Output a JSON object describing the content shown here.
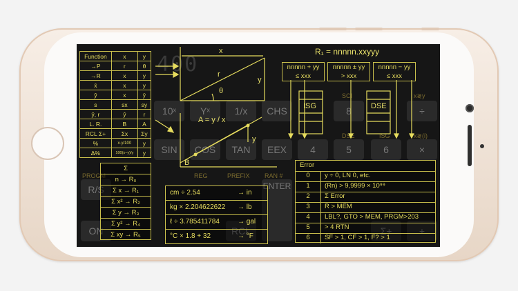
{
  "display_digits": "400",
  "function_table": {
    "headers": [
      "Function",
      "x",
      "y"
    ],
    "rows": [
      [
        "→P",
        "r",
        "θ"
      ],
      [
        "→R",
        "x",
        "y"
      ],
      [
        "x̄",
        "x",
        "y"
      ],
      [
        "ŷ",
        "x",
        "ȳ"
      ],
      [
        "s",
        "sx",
        "sy"
      ],
      [
        "ŷ, r",
        "ŷ",
        "r"
      ],
      [
        "L. R.",
        "B",
        "A"
      ],
      [
        "RCL Σ+",
        "Σx",
        "Σy"
      ],
      [
        "%",
        "x·y/100",
        "y"
      ],
      [
        "Δ%",
        "100(x−y)/y",
        "y"
      ]
    ]
  },
  "polar": {
    "x_label": "x",
    "y_label": "y",
    "r_label": "r",
    "theta_label": "θ"
  },
  "regression": {
    "formula": "A = y / x",
    "y_label": "y",
    "b_label": "B"
  },
  "register_title": "R₁ = nnnnn.xxyyy",
  "loop_boxes": [
    {
      "line1": "nnnnn + yy",
      "line2": "≤ xxx"
    },
    {
      "line1": "nnnnn ± yy",
      "line2": "> xxx"
    },
    {
      "line1": "nnnnn − yy",
      "line2": "≤ xxx"
    }
  ],
  "isg_label": "ISG",
  "dse_label": "DSE",
  "sigma_table": {
    "header": "Σ",
    "rows": [
      "n → R₀",
      "Σ x → R₁",
      "Σ x² → R₂",
      "Σ y → R₃",
      "Σ y² → R₄",
      "Σ xy → R₅"
    ]
  },
  "conversions": [
    {
      "from": "cm ÷ 2.54",
      "to": "→ in"
    },
    {
      "from": "kg × 2.204622622",
      "to": "→ lb"
    },
    {
      "from": "ℓ ÷ 3.785411784",
      "to": "→ gal"
    },
    {
      "from": "°C × 1.8 + 32",
      "to": "→ °F"
    }
  ],
  "errors": {
    "header": "Error",
    "rows": [
      {
        "code": "0",
        "desc": "y ÷ 0, LN 0, etc."
      },
      {
        "code": "1",
        "desc": "(Rn) > 9,9999 × 10⁹⁹"
      },
      {
        "code": "2",
        "desc": "Σ Error"
      },
      {
        "code": "3",
        "desc": "R > MEM"
      },
      {
        "code": "4",
        "desc": "LBL?, GTO > MEM, PRGM>203"
      },
      {
        "code": "5",
        "desc": "> 4 RTN"
      },
      {
        "code": "6",
        "desc": "SF > 1, CF > 1, F? > 1"
      }
    ]
  },
  "calc_keys": [
    "10ˣ",
    "Yˣ",
    "1/x",
    "CHS",
    "8",
    "÷",
    "SIN",
    "COS",
    "TAN",
    "EEX",
    "4",
    "5",
    "6",
    "×",
    "R/S",
    "ENTER",
    "ON",
    "RCL",
    "Σ+",
    "+"
  ],
  "calc_key_labels": [
    "PROGM",
    "REG",
    "PREFIX",
    "RAN #",
    "x≷y",
    "SCI",
    "DSE",
    "ISG",
    "x≷(i)"
  ]
}
